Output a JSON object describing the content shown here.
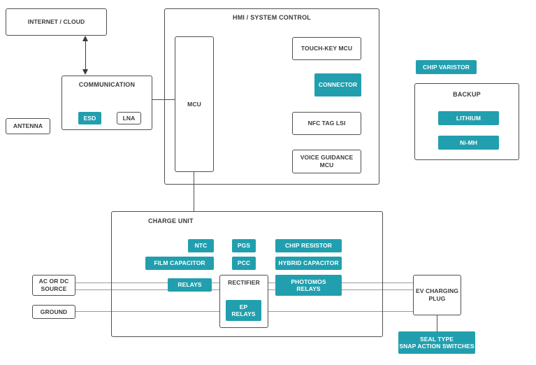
{
  "colors": {
    "accent_teal": "#219fae",
    "border_gray": "#4f4f4f",
    "text_gray": "#3a3a3a",
    "wire_gray": "#9b9b9b"
  },
  "nodes": {
    "internet_cloud": {
      "label": "INTERNET / CLOUD"
    },
    "communication": {
      "title": "COMMUNICATION",
      "esd": "ESD",
      "lna": "LNA"
    },
    "antenna": {
      "label": "ANTENNA"
    },
    "hmi": {
      "title": "HMI / SYSTEM CONTROL",
      "mcu": "MCU",
      "touch_key_mcu": "TOUCH-KEY MCU",
      "connector": "CONNECTOR",
      "nfc_tag_lsi": "NFC TAG LSI",
      "voice_guidance": {
        "line1": "VOICE GUIDANCE",
        "line2": "MCU"
      }
    },
    "chip_varistor": {
      "label": "CHIP VARISTOR"
    },
    "backup": {
      "title": "BACKUP",
      "lithium": "LITHIUM",
      "nimh": "Ni-MH"
    },
    "charge_unit": {
      "title": "CHARGE UNIT",
      "ntc": "NTC",
      "pgs": "PGS",
      "chip_resistor": "CHIP RESISTOR",
      "film_capacitor": "FILM CAPACITOR",
      "pcc": "PCC",
      "hybrid_capacitor": "HYBRID CAPACITOR",
      "relays": "RELAYS",
      "rectifier": "RECTIFIER",
      "ep_relays": {
        "line1": "EP",
        "line2": "RELAYS"
      },
      "photomos_relays": {
        "line1": "PHOTOMOS",
        "line2": "RELAYS"
      }
    },
    "ac_source": {
      "line1": "AC OR DC",
      "line2": "SOURCE"
    },
    "ground": {
      "label": "GROUND"
    },
    "ev_plug": {
      "line1": "EV CHARGING",
      "line2": "PLUG"
    },
    "seal_switches": {
      "line1": "SEAL TYPE",
      "line2": "SNAP ACTION SWITCHES"
    }
  }
}
